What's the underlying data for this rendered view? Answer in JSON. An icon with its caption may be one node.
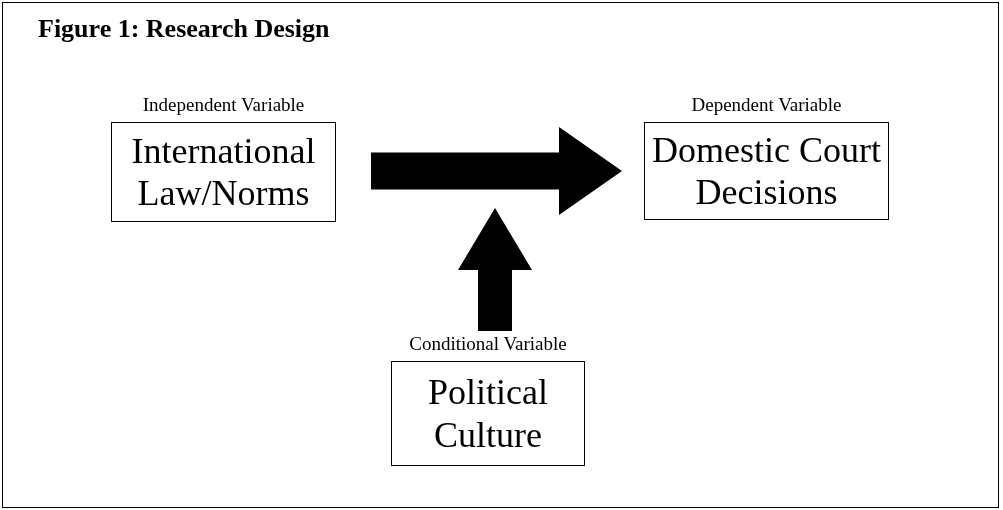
{
  "diagram": {
    "title": "Figure 1: Research Design",
    "nodes": [
      {
        "text": [
          "Independent Variable",
          "International Law/Norms"
        ]
      },
      {
        "text": [
          "Dependent Variable",
          "Domestic Court Decisions"
        ]
      },
      {
        "text": [
          "Conditional Variable",
          "Political Culture"
        ]
      }
    ],
    "edges": [
      {
        "from": 0,
        "to": 1,
        "arrow": "to",
        "style": "thick"
      },
      {
        "from": 2,
        "to": null,
        "arrow": "to",
        "style": "thick"
      }
    ]
  }
}
